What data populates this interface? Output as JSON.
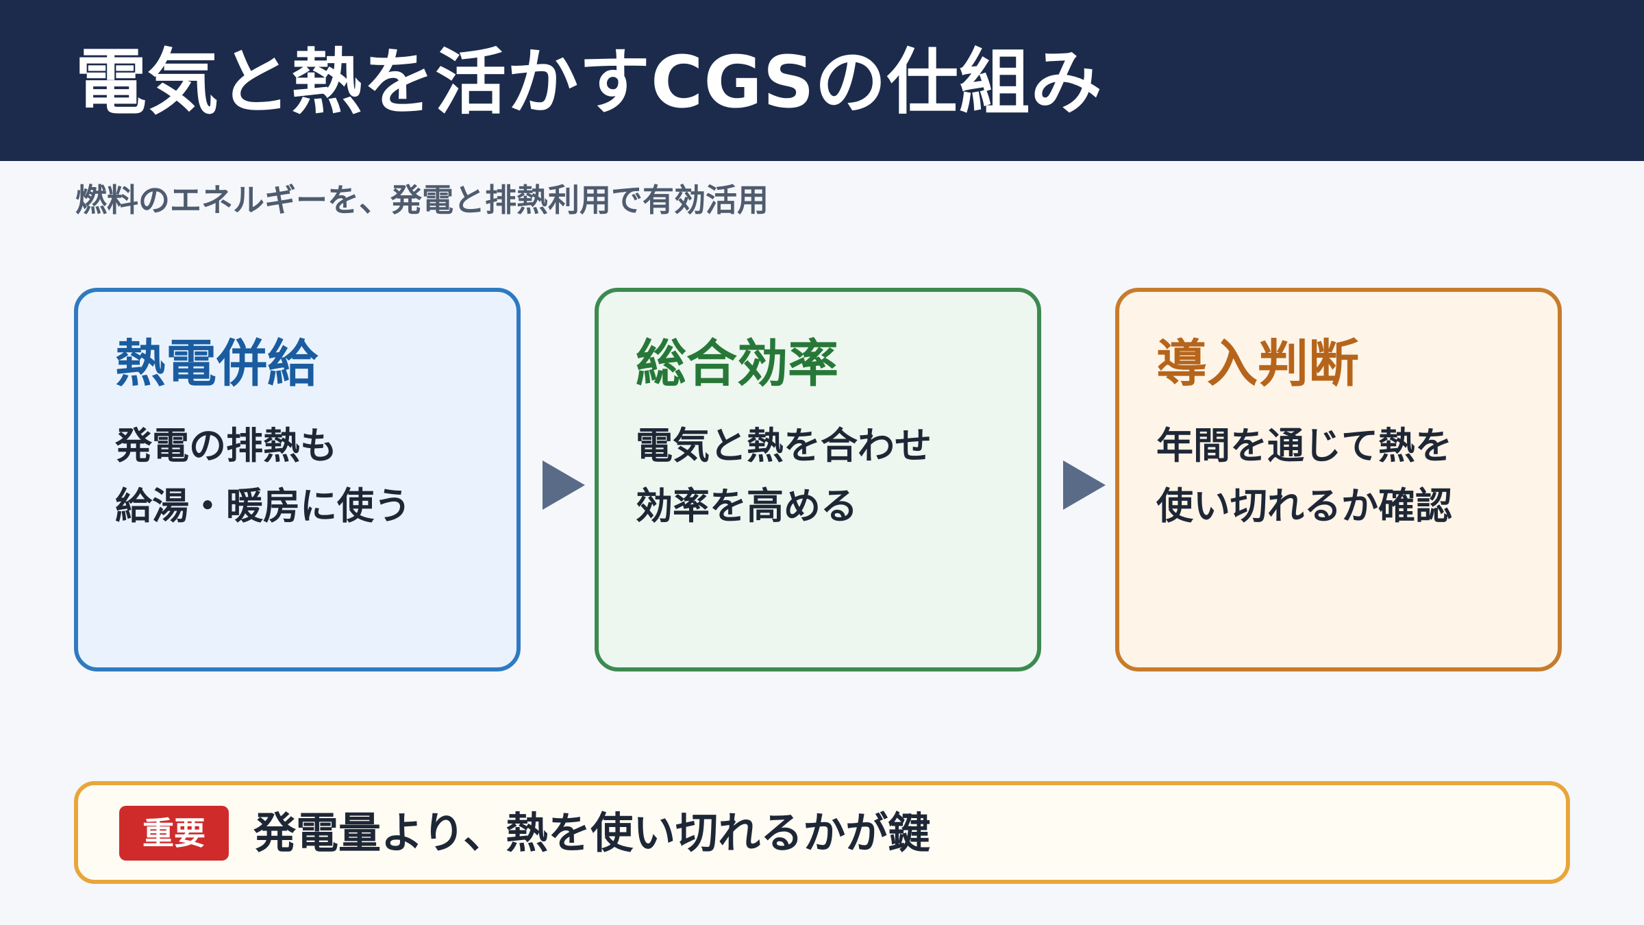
{
  "header": {
    "title": "電気と熱を活かすCGSの仕組み"
  },
  "subtitle": "燃料のエネルギーを、発電と排熱利用で有効活用",
  "cards": [
    {
      "title": "熱電併給",
      "lines": [
        "発電の排熱も",
        "給湯・暖房に使う"
      ],
      "color": "#2f7ac0"
    },
    {
      "title": "総合効率",
      "lines": [
        "電気と熱を合わせ",
        "効率を高める"
      ],
      "color": "#3d8a50"
    },
    {
      "title": "導入判断",
      "lines": [
        "年間を通じて熱を",
        "使い切れるか確認"
      ],
      "color": "#c77c2b"
    }
  ],
  "arrows": [
    "arrow-right-icon",
    "arrow-right-icon"
  ],
  "note": {
    "badge": "重要",
    "text": "発電量より、熱を使い切れるかが鍵",
    "badge_color": "#cf2b2b",
    "border_color": "#e8a63a"
  }
}
